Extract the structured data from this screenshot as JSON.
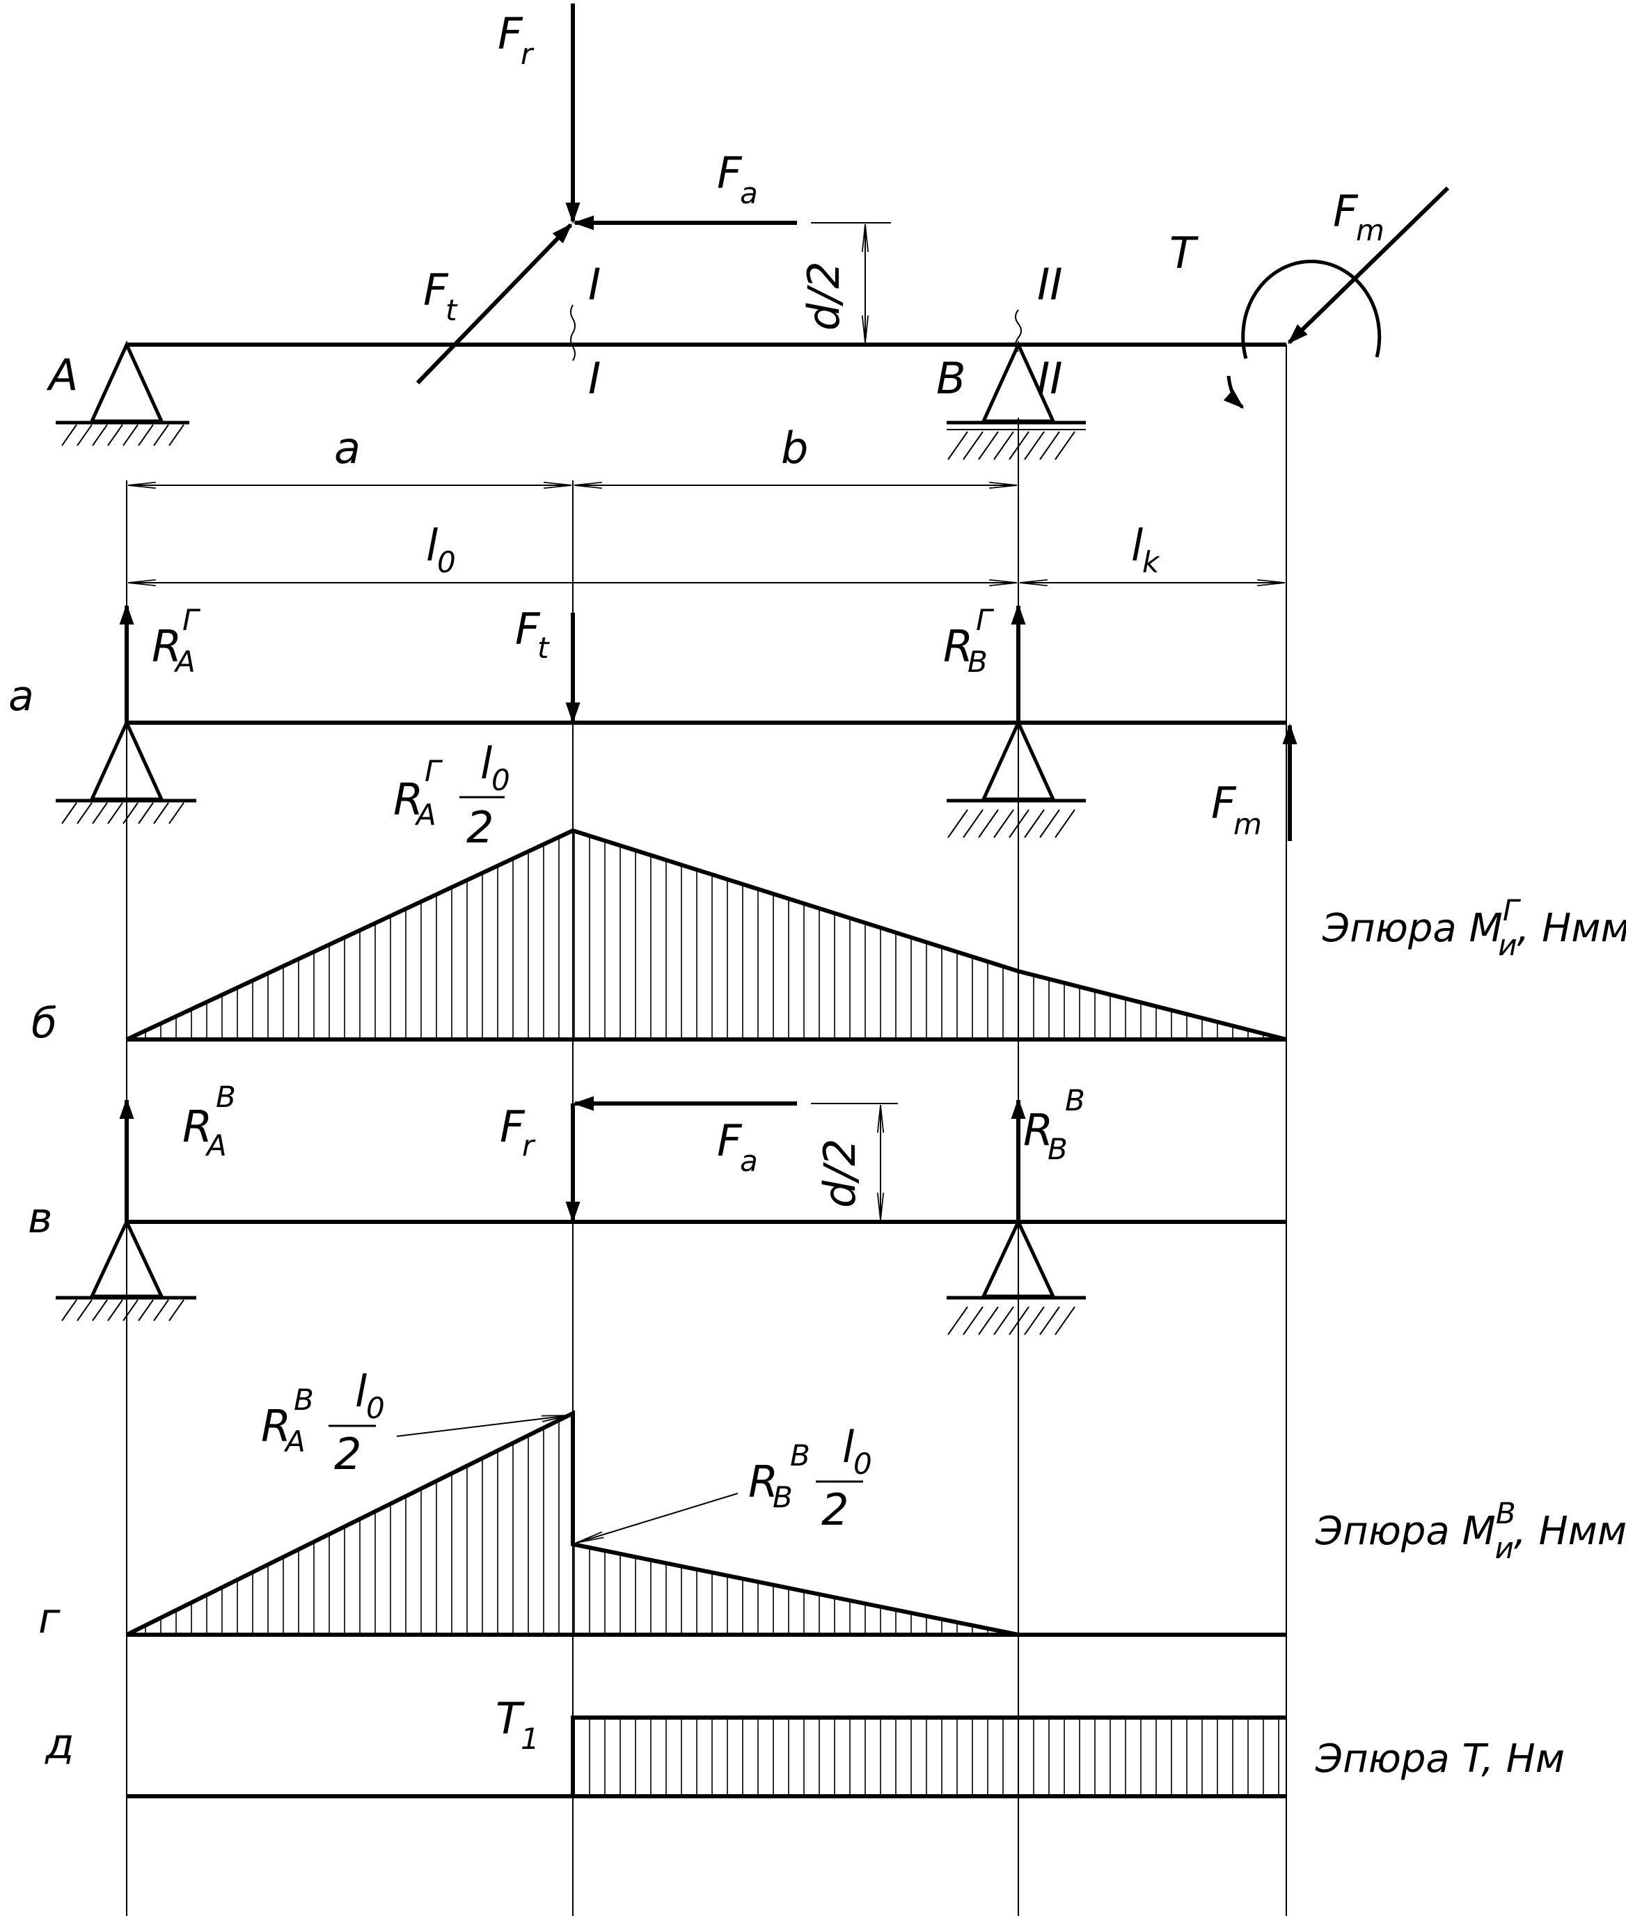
{
  "figure": {
    "colors": {
      "line": "#000000",
      "background": "#ffffff"
    },
    "top": {
      "label_A": "A",
      "label_B": "B",
      "label_a": "a",
      "label_b": "b",
      "label_l": "l",
      "label_l_sub": "0",
      "label_lk": "l",
      "label_lk_sub": "k",
      "label_Fr": "F",
      "label_Fr_sub": "r",
      "label_Fa": "F",
      "label_Fa_sub": "a",
      "label_Ft": "F",
      "label_Ft_sub": "t",
      "label_Fm": "F",
      "label_Fm_sub": "m",
      "label_T": "T",
      "label_d2": "d/2",
      "section_I_top": "I",
      "section_I_bottom": "I",
      "section_II_top": "II",
      "section_II_bottom": "II"
    },
    "panel_a": {
      "tag": "a",
      "RA": "R",
      "RA_sup": "Г",
      "RA_sub": "A",
      "RB": "R",
      "RB_sup": "Г",
      "RB_sub": "B",
      "Ft": "F",
      "Ft_sub": "t",
      "Fm": "F",
      "Fm_sub": "m",
      "note_R": "R",
      "note_R_sup": "Г",
      "note_R_sub": "A",
      "note_num": "l",
      "note_num_sub": "0",
      "note_den": "2"
    },
    "panel_b": {
      "tag": "б",
      "caption_pre": "Эпюра M",
      "caption_sup": "Г",
      "caption_sub": "и",
      "caption_post": ", Нмм"
    },
    "panel_v": {
      "tag": "в",
      "RA": "R",
      "RA_sup": "В",
      "RA_sub": "A",
      "RB": "R",
      "RB_sup": "В",
      "RB_sub": "B",
      "Fr": "F",
      "Fr_sub": "r",
      "Fa": "F",
      "Fa_sub": "a",
      "d2": "d/2"
    },
    "panel_g": {
      "tag": "г",
      "noteA_R": "R",
      "noteA_sup": "В",
      "noteA_sub": "A",
      "noteA_num": "l",
      "noteA_num_sub": "0",
      "noteA_den": "2",
      "noteB_R": "R",
      "noteB_sup": "В",
      "noteB_sub": "B",
      "noteB_num": "l",
      "noteB_num_sub": "0",
      "noteB_den": "2",
      "caption_pre": "Эпюра M",
      "caption_sup": "В",
      "caption_sub": "и",
      "caption_post": ", Нмм"
    },
    "panel_d": {
      "tag": "д",
      "T1": "T",
      "T1_sub": "1",
      "caption": "Эпюра T, Нм"
    }
  }
}
